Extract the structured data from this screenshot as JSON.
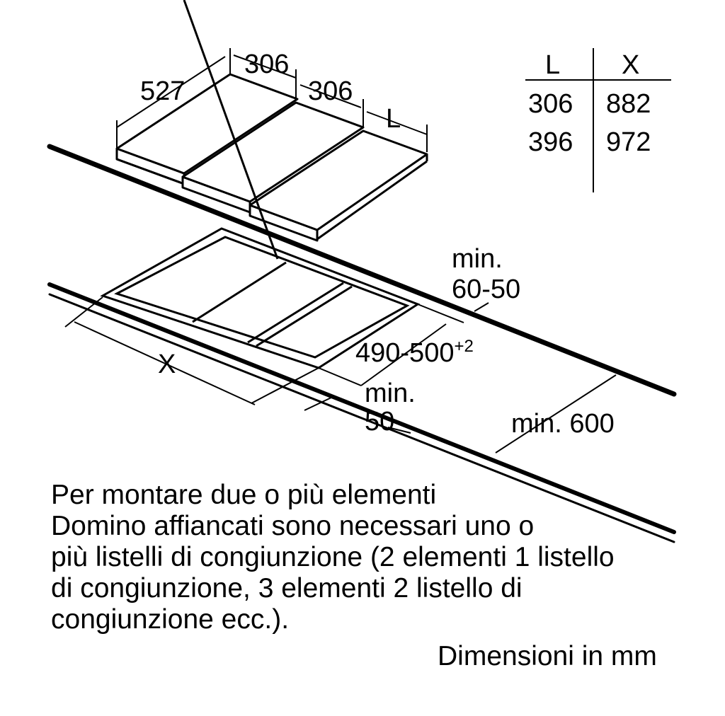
{
  "dimensions": {
    "depth": "527",
    "width1": "306",
    "width2": "306",
    "width_var": "L",
    "cutout_width": "X",
    "cutout_depth": "490-500",
    "cutout_depth_tol": "+2",
    "back_min_l1": "min.",
    "back_min_l2": "60-50",
    "front_min_l1": "min.",
    "front_min_l2": "50",
    "worktop_min": "min. 600"
  },
  "table": {
    "headers": [
      "L",
      "X"
    ],
    "rows": [
      [
        "306",
        "882"
      ],
      [
        "396",
        "972"
      ]
    ]
  },
  "note": {
    "lines": [
      "Per montare due o più elementi",
      "Domino affiancati sono necessari uno o",
      "più listelli di congiunzione (2 elementi 1 listello",
      "di congiunzione, 3 elementi 2 listello di",
      "congiunzione ecc.)."
    ]
  },
  "units_label": "Dimensioni in mm",
  "colors": {
    "line": "#000000",
    "background": "#ffffff"
  }
}
